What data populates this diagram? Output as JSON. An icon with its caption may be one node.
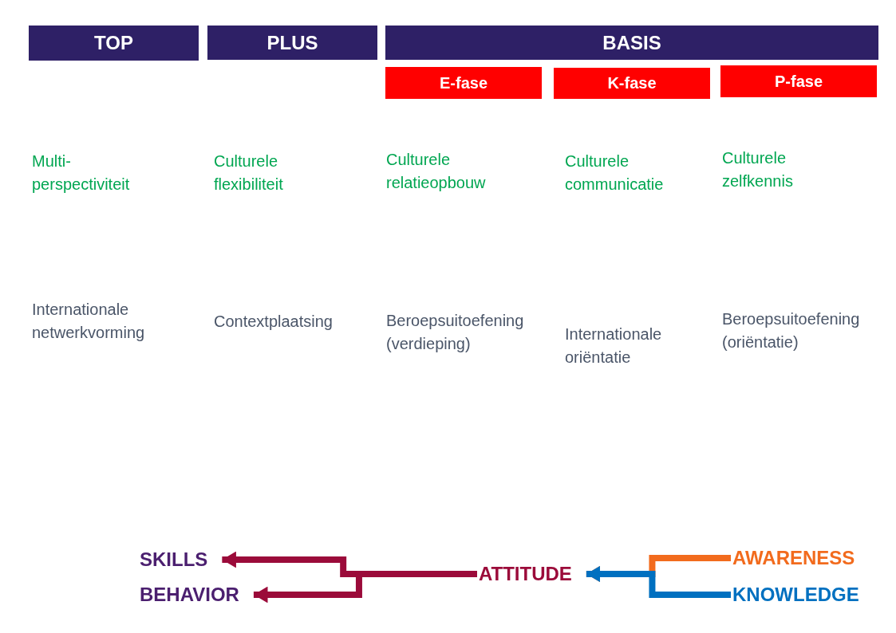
{
  "diagram": {
    "nodes": [
      {
        "text": [
          "TOP"
        ]
      },
      {
        "text": [
          "PLUS"
        ]
      },
      {
        "text": [
          "BASIS"
        ]
      },
      {
        "text": [
          "E-fase"
        ]
      },
      {
        "text": [
          "K-fase"
        ]
      },
      {
        "text": [
          "P-fase"
        ]
      },
      {
        "text": [
          "SKILLS"
        ]
      },
      {
        "text": [
          "BEHAVIOR"
        ]
      },
      {
        "text": [
          "ATTITUDE"
        ]
      },
      {
        "text": [
          "AWARENESS"
        ]
      },
      {
        "text": [
          "KNOWLEDGE"
        ]
      }
    ],
    "edges": [
      {
        "from": 9,
        "to": 8,
        "arrow": "to",
        "color": "#f26b1d"
      },
      {
        "from": 10,
        "to": 8,
        "arrow": "to",
        "color": "#0070c0"
      },
      {
        "from": 8,
        "to": 6,
        "arrow": "to",
        "color": "#9b0b3a"
      },
      {
        "from": 8,
        "to": 7,
        "arrow": "to",
        "color": "#9b0b3a"
      }
    ],
    "labels": [
      "Multi-perspectiviteit",
      "Culturele flexibiliteit",
      "Culturele relatieopbouw",
      "Culturele communicatie",
      "Culturele zelfkennis",
      "Internationale netwerkvorming",
      "Contextplaatsing",
      "Beroepsuitoefening (verdieping)",
      "Internationale oriëntatie",
      "Beroepsuitoefening (oriëntatie)"
    ]
  }
}
